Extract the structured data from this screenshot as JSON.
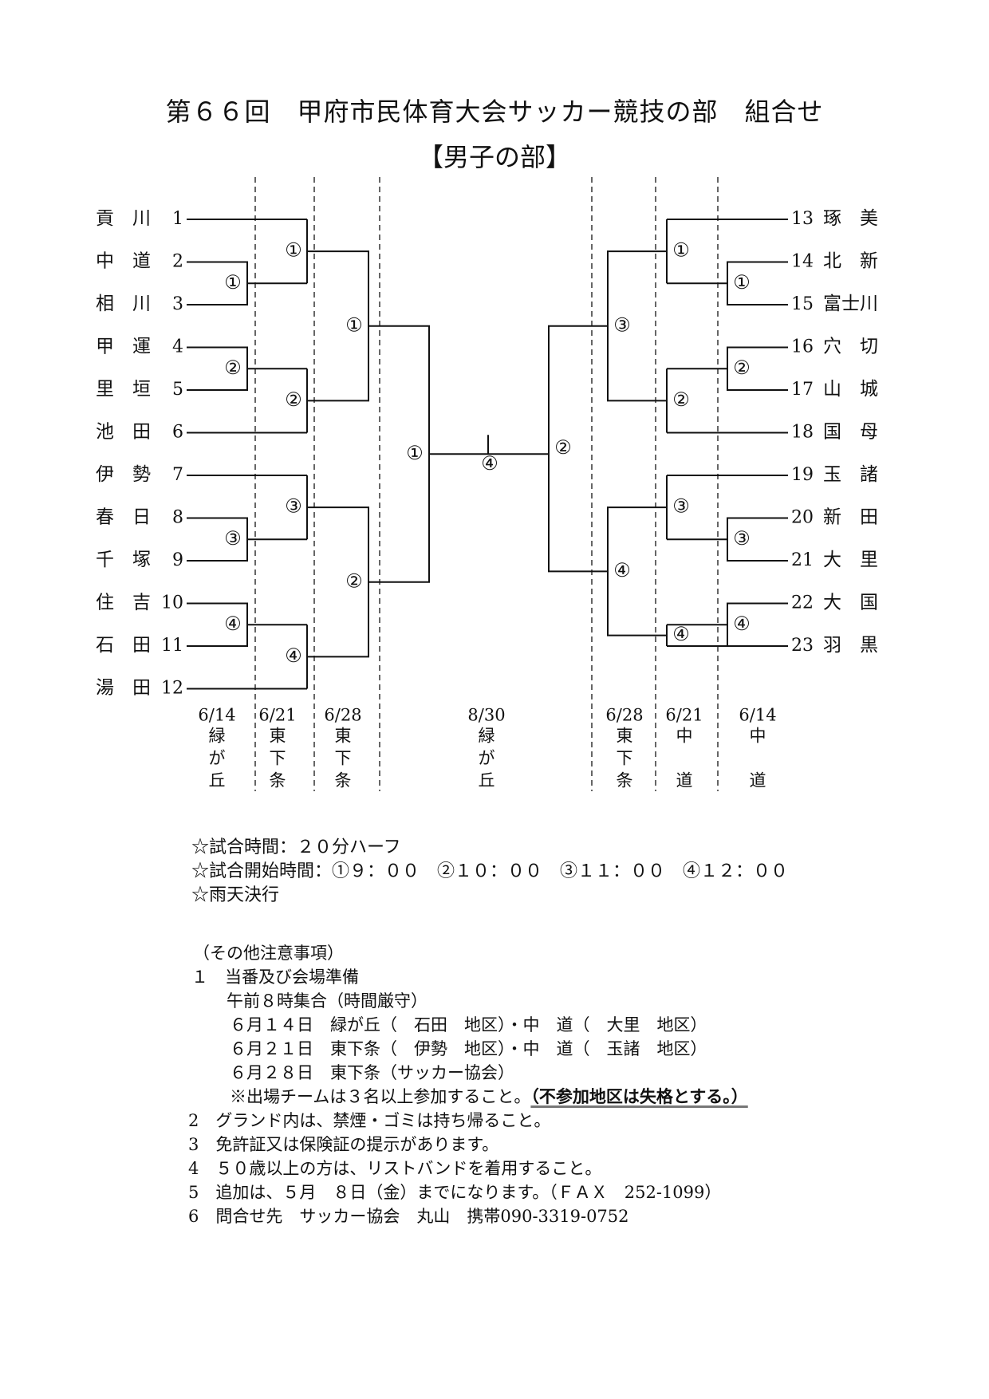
{
  "title": "第６６回　甲府市民体育大会サッカー競技の部　組合せ",
  "subtitle": "【男子の部】",
  "left_teams": [
    {
      "name": "貢　川",
      "num": "1"
    },
    {
      "name": "中　道",
      "num": "2"
    },
    {
      "name": "相　川",
      "num": "3"
    },
    {
      "name": "甲　運",
      "num": "4"
    },
    {
      "name": "里　垣",
      "num": "5"
    },
    {
      "name": "池　田",
      "num": "6"
    },
    {
      "name": "伊　勢",
      "num": "7"
    },
    {
      "name": "春　日",
      "num": "8"
    },
    {
      "name": "千　塚",
      "num": "9"
    },
    {
      "name": "住　吉",
      "num": "10"
    },
    {
      "name": "石　田",
      "num": "11"
    },
    {
      "name": "湯　田",
      "num": "12"
    }
  ],
  "right_teams": [
    {
      "name": "琢　美",
      "num": "13"
    },
    {
      "name": "北　新",
      "num": "14"
    },
    {
      "name": "富士川",
      "num": "15"
    },
    {
      "name": "穴　切",
      "num": "16"
    },
    {
      "name": "山　城",
      "num": "17"
    },
    {
      "name": "国　母",
      "num": "18"
    },
    {
      "name": "玉　諸",
      "num": "19"
    },
    {
      "name": "新　田",
      "num": "20"
    },
    {
      "name": "大　里",
      "num": "21"
    },
    {
      "name": "大　国",
      "num": "22"
    },
    {
      "name": "羽　黒",
      "num": "23"
    }
  ],
  "match_labels": {
    "l_r1": [
      "①",
      "②",
      "③",
      "④"
    ],
    "l_r2": [
      "①",
      "②",
      "③",
      "④"
    ],
    "l_r3": [
      "①",
      "②"
    ],
    "l_r4": "①",
    "final": "④",
    "r_r4": "②",
    "r_r3": [
      "③",
      "④"
    ],
    "r_r2": [
      "①",
      "②",
      "③",
      "④"
    ],
    "r_r1": [
      "①",
      "②",
      "③",
      "④"
    ]
  },
  "dates": [
    {
      "date": "6/14",
      "venue": [
        "緑",
        "が",
        "丘"
      ]
    },
    {
      "date": "6/21",
      "venue": [
        "東",
        "下",
        "条"
      ]
    },
    {
      "date": "6/28",
      "venue": [
        "東",
        "下",
        "条"
      ]
    },
    {
      "date": "8/30",
      "venue": [
        "緑",
        "が",
        "丘"
      ]
    },
    {
      "date": "6/28",
      "venue": [
        "東",
        "下",
        "条"
      ]
    },
    {
      "date": "6/21",
      "venue": [
        "中",
        "道"
      ]
    },
    {
      "date": "6/14",
      "venue": [
        "中",
        "道"
      ]
    }
  ],
  "info": [
    "☆試合時間：２０分ハーフ",
    "☆試合開始時間：①９：００　②１０：００　③１１：００　④１２：００",
    "☆雨天決行"
  ],
  "notes": {
    "heading": "（その他注意事項）",
    "item1": "１　当番及び会場準備",
    "item1_sub1": "午前８時集合（時間厳守）",
    "item1_sub2": "６月１４日　緑が丘（　石田　地区）・中　道（　大里　地区）",
    "item1_sub3": "６月２１日　東下条（　伊勢　地区）・中　道（　玉諸　地区）",
    "item1_sub4": "６月２８日　東下条（サッカー協会）",
    "item1_sub5": "※出場チームは３名以上参加すること。",
    "item1_sub5_bold": "（不参加地区は失格とする。）",
    "item2": "2　グランド内は、禁煙・ゴミは持ち帰ること。",
    "item3": "3　免許証又は保険証の提示があります。",
    "item4": "4　５０歳以上の方は、リストバンドを着用すること。",
    "item5": "5　追加は、５月　８日（金）までになります。（ＦＡＸ　252-1099）",
    "item6": "6　問合せ先　サッカー協会　丸山　携帯090-3319-0752"
  }
}
